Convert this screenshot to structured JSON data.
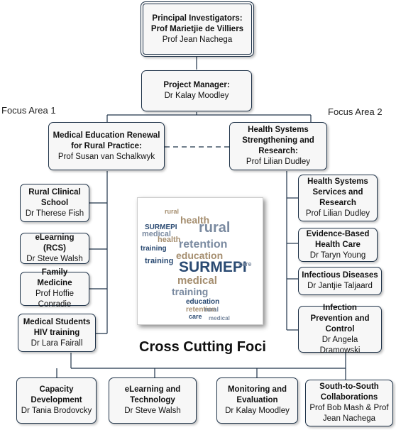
{
  "principal": {
    "title": "Principal Investigators: Prof Marietjie de Villiers",
    "name": "Prof Jean Nachega"
  },
  "manager": {
    "title": "Project Manager:",
    "name": "Dr Kalay Moodley"
  },
  "focus1": {
    "label": "Focus Area 1",
    "title": "Medical Education Renewal for Rural Practice:",
    "name": "Prof Susan van Schalkwyk"
  },
  "focus2": {
    "label": "Focus Area 2",
    "title": "Health Systems Strengthening and Research:",
    "name": "Prof Lilian Dudley"
  },
  "left_items": [
    {
      "title": "Rural Clinical School",
      "name": "Dr Therese Fish"
    },
    {
      "title": "eLearning (RCS)",
      "name": "Dr Steve Walsh"
    },
    {
      "title": "Family Medicine",
      "name": "Prof Hoffie Conradie"
    },
    {
      "title": "Medical Students HIV training",
      "name": "Dr Lara Fairall"
    }
  ],
  "right_items": [
    {
      "title": "Health Systems Services and Research",
      "name": "Prof Lilian Dudley"
    },
    {
      "title": "Evidence-Based Health Care",
      "name": "Dr Taryn Young"
    },
    {
      "title": "Infectious Diseases",
      "name": "Dr Jantjie Taljaard"
    },
    {
      "title": "Infection Prevention and Control",
      "name": "Dr Angela Dramowski"
    }
  ],
  "cross_cutting": {
    "title": "Cross Cutting Foci",
    "items": [
      {
        "title": "Capacity Development",
        "name": "Dr Tania Brodovcky"
      },
      {
        "title": "eLearning and Technology",
        "name": "Dr Steve Walsh"
      },
      {
        "title": "Monitoring and Evaluation",
        "name": "Dr Kalay Moodley"
      },
      {
        "title": "South-to-South Collaborations",
        "name": "Prof Bob Mash & Prof Jean Nachega"
      }
    ]
  },
  "word_cloud": [
    "health",
    "SURMEPI",
    "rural",
    "retention",
    "education",
    "training",
    "medical",
    "care"
  ]
}
